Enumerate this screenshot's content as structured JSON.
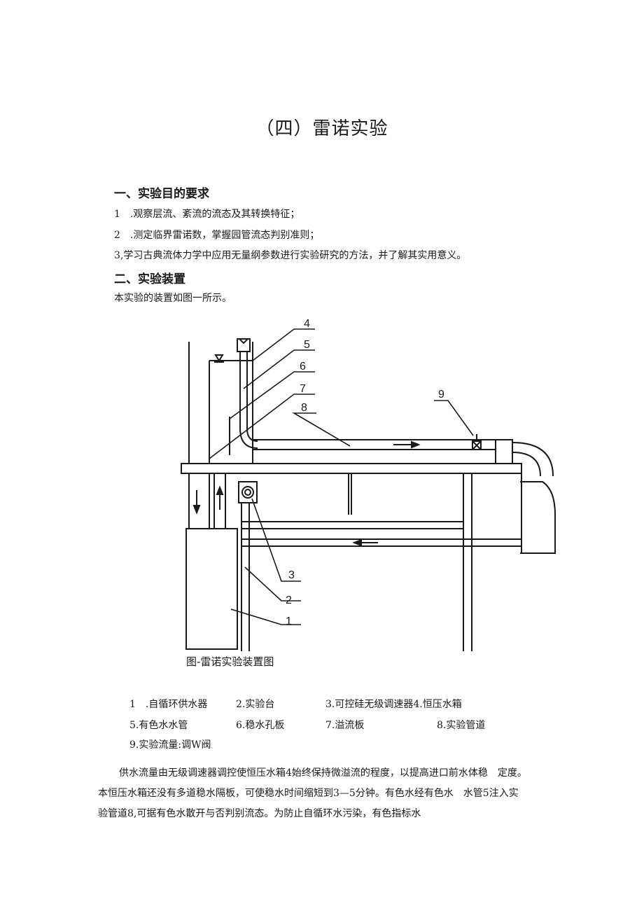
{
  "title": "（四）雷诺实验",
  "section1": {
    "heading": "一、实验目的要求",
    "items": [
      "1　.观察层流、紊流的流态及其转换特征；",
      "2　.测定临界雷诺数，掌握园管流态判别准则；",
      "3,学习古典流体力学中应用无量纲参数进行实验研究的方法，并了解其实用意义。"
    ]
  },
  "section2": {
    "heading": "二、实验装置",
    "intro": "本实验的装置如图一所示。"
  },
  "figure": {
    "callouts": [
      "1",
      "2",
      "3",
      "4",
      "5",
      "6",
      "7",
      "8",
      "9"
    ],
    "caption": "图-雷诺实验装置图"
  },
  "legend": {
    "row1": [
      "1　.自循环供水器",
      "2.实验台",
      "3.可控硅无级调速器4.恒压水箱"
    ],
    "row2": [
      "5.有色水水管",
      "6.稳水孔板",
      "7.溢流板",
      "8.实验管道"
    ],
    "row3": [
      "9.实验流量:调W阀"
    ]
  },
  "paragraph": {
    "lines": [
      "供水流量由无级调速器调控使恒压水箱4始终保持微溢流的程度，以提高进口前水体稳　定度。",
      "本恒压水箱还没有多道稳水隔板，可使稳水时间缩短到3—5分钟。有色水经有色水　水管5注入实",
      "验管道8,可据有色水散开与否判别流态。为防止自循环水污染，有色指标水"
    ]
  }
}
